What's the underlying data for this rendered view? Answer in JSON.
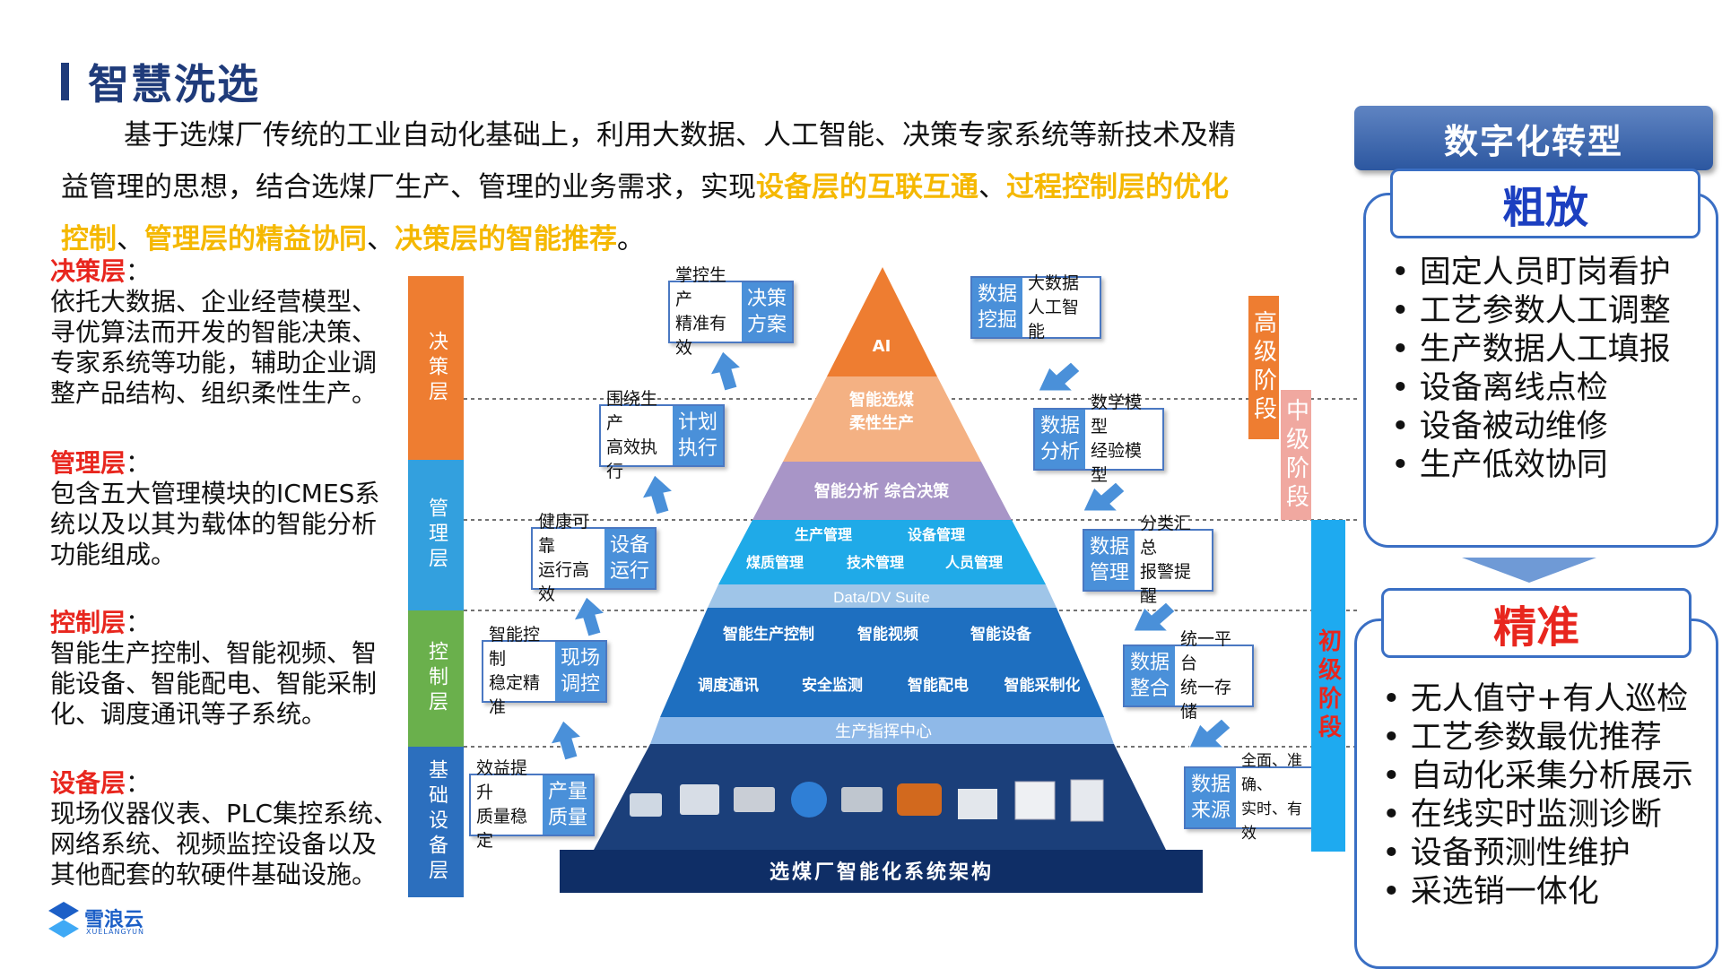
{
  "title": "智慧洗选",
  "intro": {
    "p1": "基于选煤厂传统的工业自动化基础上，利用大数据、人工智能、决策专家系统等新技术及精",
    "p2a": "益管理的思想，结合选煤厂生产、管理的业务需求，实现",
    "p2b": "设备层的互联互通",
    "p2c": "、",
    "p2d": "过程控制层的优化",
    "p3a": "控制",
    "p3b": "、",
    "p3c": "管理层的精益协同",
    "p3d": "、",
    "p3e": "决策层的智能推荐",
    "p3f": "。"
  },
  "layers": [
    {
      "name": "决策层",
      "colon": "：",
      "desc": "依托大数据、企业经营模型、寻优算法而开发的智能决策、专家系统等功能，辅助企业调整产品结构、组织柔性生产。"
    },
    {
      "name": "管理层",
      "colon": "：",
      "desc": "包含五大管理模块的ICMES系统以及以其为载体的智能分析功能组成。"
    },
    {
      "name": "控制层",
      "colon": "：",
      "desc": "智能生产控制、智能视频、智能设备、智能配电、智能采制化、调度通讯等子系统。"
    },
    {
      "name": "设备层",
      "colon": "：",
      "desc": "现场仪器仪表、PLC集控系统、网络系统、视频监控设备以及其他配套的软硬件基础设施。"
    }
  ],
  "layer_bars": [
    "决策层",
    "管理层",
    "控制层",
    "基础设备层"
  ],
  "layer_bar_colors": [
    "#ee7d31",
    "#33a0de",
    "#6ab04c",
    "#2c6fbe"
  ],
  "pyramid": {
    "top": "AI",
    "level2": [
      "智能选煤",
      "柔性生产"
    ],
    "level3": "智能分析  综合决策",
    "level4_row1": [
      "生产管理",
      "设备管理"
    ],
    "level4_row2": [
      "煤质管理",
      "技术管理",
      "人员管理"
    ],
    "band1": "Data/DV Suite",
    "level5_row1": [
      "智能生产控制",
      "智能视频",
      "智能设备"
    ],
    "level5_row2": [
      "调度通讯",
      "安全监测",
      "智能配电",
      "智能采制化"
    ],
    "band2": "生产指挥中心",
    "base": "选煤厂智能化系统架构"
  },
  "left_boxes": [
    {
      "text": [
        "掌控生产",
        "精准有效"
      ],
      "tag": [
        "决策",
        "方案"
      ]
    },
    {
      "text": [
        "围绕生产",
        "高效执行"
      ],
      "tag": [
        "计划",
        "执行"
      ]
    },
    {
      "text": [
        "健康可靠",
        "运行高效"
      ],
      "tag": [
        "设备",
        "运行"
      ]
    },
    {
      "text": [
        "智能控制",
        "稳定精准"
      ],
      "tag": [
        "现场",
        "调控"
      ]
    },
    {
      "text": [
        "效益提升",
        "质量稳定"
      ],
      "tag": [
        "产量",
        "质量"
      ]
    }
  ],
  "right_boxes": [
    {
      "text": [
        "大数据",
        "人工智能"
      ],
      "tag": [
        "数据",
        "挖掘"
      ]
    },
    {
      "text": [
        "数学模型",
        "经验模型"
      ],
      "tag": [
        "数据",
        "分析"
      ]
    },
    {
      "text": [
        "分类汇总",
        "报警提醒"
      ],
      "tag": [
        "数据",
        "管理"
      ]
    },
    {
      "text": [
        "统一平台",
        "统一存储"
      ],
      "tag": [
        "数据",
        "整合"
      ]
    },
    {
      "text": [
        "全面、准确、",
        "实时、有效"
      ],
      "tag": [
        "数据",
        "来源"
      ]
    }
  ],
  "stages": [
    "高级阶段",
    "中级阶段",
    "初级阶段"
  ],
  "stage_colors": [
    "#ee7d31",
    "#f0a8a0",
    "#1eaaf0"
  ],
  "right_panel": {
    "header": "数字化转型",
    "before_title": "粗放",
    "before_items": [
      "固定人员盯岗看护",
      "工艺参数人工调整",
      "生产数据人工填报",
      "设备离线点检",
      "设备被动维修",
      "生产低效协同"
    ],
    "after_title": "精准",
    "after_items": [
      "无人值守+有人巡检",
      "工艺参数最优推荐",
      "自动化采集分析展示",
      "在线实时监测诊断",
      "设备预测性维护",
      "采选销一体化"
    ]
  },
  "logo": {
    "name": "雪浪云",
    "sub": "XUELANGYUN"
  },
  "colors": {
    "title": "#1f3b7a",
    "highlight": "#f5b800",
    "layer_name": "#e8261e",
    "before_title": "#1c3fc0",
    "after_title": "#e8261e"
  }
}
